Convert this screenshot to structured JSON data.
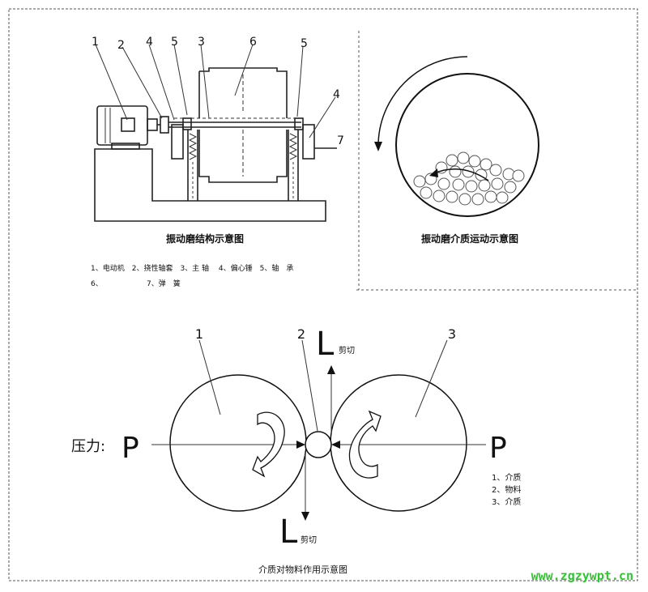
{
  "machine_diagram": {
    "part_labels": [
      "1",
      "2",
      "4",
      "5",
      "3",
      "6",
      "5",
      "4",
      "7"
    ],
    "caption": "振动磨结构示意图",
    "legend_line1": "1、电动机　2、挠性轴套　3、主 轴　 4、偏心锤　5、轴　承",
    "legend_line2_a": "6、",
    "legend_line2_b": "7、弹　簧"
  },
  "motion_diagram": {
    "caption": "振动磨介质运动示意图"
  },
  "action_diagram": {
    "roll_label_left": "1",
    "roll_label_middle": "2",
    "roll_label_right": "3",
    "shear_symbol": "L",
    "shear_word": "剪切",
    "pressure_label": "压力:",
    "pressure_symbol": "P",
    "legend": [
      "1、介质",
      "2、物料",
      "3、介质"
    ],
    "caption": "介质对物料作用示意图"
  },
  "watermark": "www.zgzywpt.cn",
  "colors": {
    "watermark": "#34c234",
    "line": "#222222"
  }
}
